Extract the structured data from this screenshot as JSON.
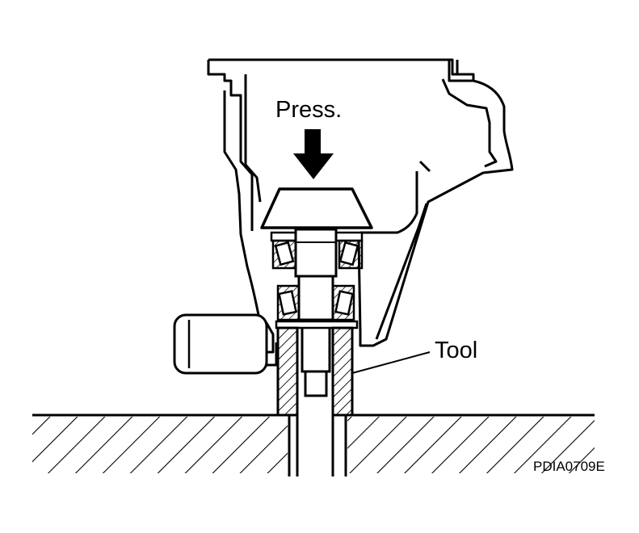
{
  "labels": {
    "press": "Press.",
    "tool": "Tool",
    "figure_code": "PDIA0709E"
  },
  "colors": {
    "ink": "#000000",
    "paper": "#ffffff"
  }
}
